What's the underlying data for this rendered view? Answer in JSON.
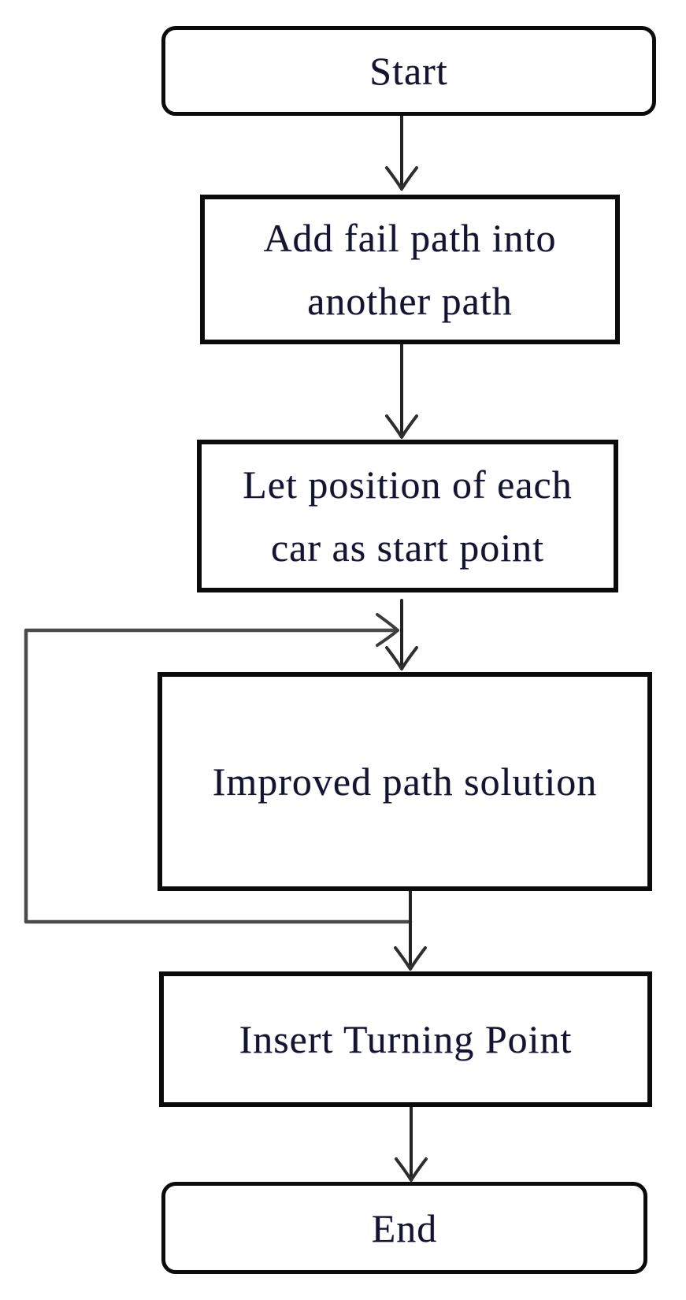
{
  "flowchart": {
    "type": "flowchart",
    "direction": "top-down",
    "nodes": {
      "start": {
        "shape": "rounded-rectangle",
        "label": "Start"
      },
      "add_fail_path": {
        "shape": "rectangle",
        "line1": "Add fail path into",
        "line2": "another path"
      },
      "let_position": {
        "shape": "rectangle",
        "line1": "Let position of each",
        "line2": "car as start point"
      },
      "improved_path": {
        "shape": "rectangle",
        "label": "Improved path solution"
      },
      "insert_turning_point": {
        "shape": "rectangle",
        "label": "Insert Turning Point"
      },
      "end": {
        "shape": "rounded-rectangle",
        "label": "End"
      }
    },
    "edges": [
      {
        "from": "start",
        "to": "add_fail_path",
        "style": "arrow-down"
      },
      {
        "from": "add_fail_path",
        "to": "let_position",
        "style": "arrow-down"
      },
      {
        "from": "let_position",
        "to": "improved_path",
        "style": "arrow-down"
      },
      {
        "from": "improved_path",
        "to": "insert_turning_point",
        "style": "arrow-down"
      },
      {
        "from": "improved_path-exit",
        "to": "improved_path-entry",
        "style": "loop-back-left"
      },
      {
        "from": "insert_turning_point",
        "to": "end",
        "style": "arrow-down"
      }
    ],
    "colors": {
      "box_border": "#0b0b0b",
      "text": "#141430",
      "arrow": "#2e2e2e",
      "loop_line": "#4a4a4a",
      "background": "#ffffff"
    }
  }
}
